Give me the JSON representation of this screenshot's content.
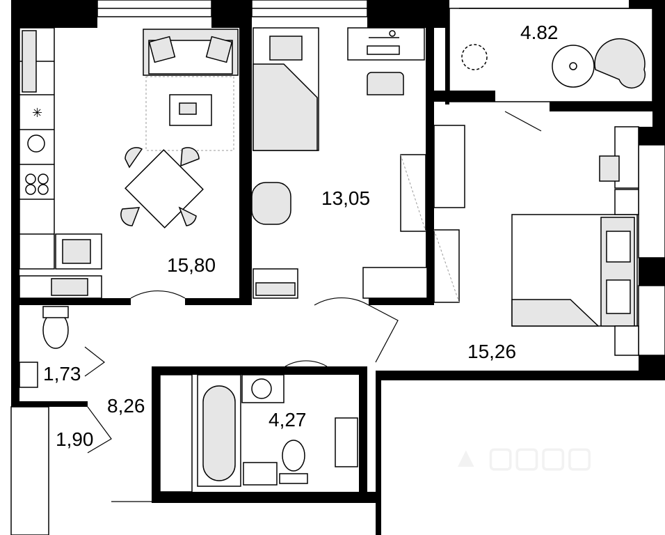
{
  "rooms": {
    "living_kitchen": {
      "area": "15,80"
    },
    "bedroom_small": {
      "area": "13,05"
    },
    "balcony": {
      "area": "4.82"
    },
    "bedroom_large": {
      "area": "15,26"
    },
    "toilet": {
      "area": "1,73"
    },
    "hallway": {
      "area": "8,26"
    },
    "closet": {
      "area": "1,90"
    },
    "bathroom": {
      "area": "4,27"
    }
  },
  "colors": {
    "wall": "#000000",
    "furniture_fill": "#e6e6e6",
    "background": "#ffffff"
  }
}
